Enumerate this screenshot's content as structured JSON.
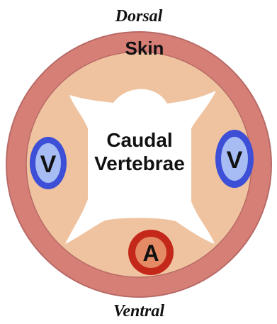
{
  "labels": {
    "top": "Dorsal",
    "bottom": "Ventral",
    "skin": "Skin",
    "center_line1": "Caudal",
    "center_line2": "Vertebrae",
    "left_vessel": "V",
    "right_vessel": "V",
    "artery": "A"
  },
  "colors": {
    "skin_ring": "#d67f77",
    "skin_ring_edge": "#b86a66",
    "tissue": "#efc3a0",
    "bone": "#ffffff",
    "vein_outer": "#3c4fd6",
    "vein_inner": "#a6bcf2",
    "artery_outer": "#c4281b",
    "artery_inner": "#e48b66",
    "text": "#111111"
  }
}
